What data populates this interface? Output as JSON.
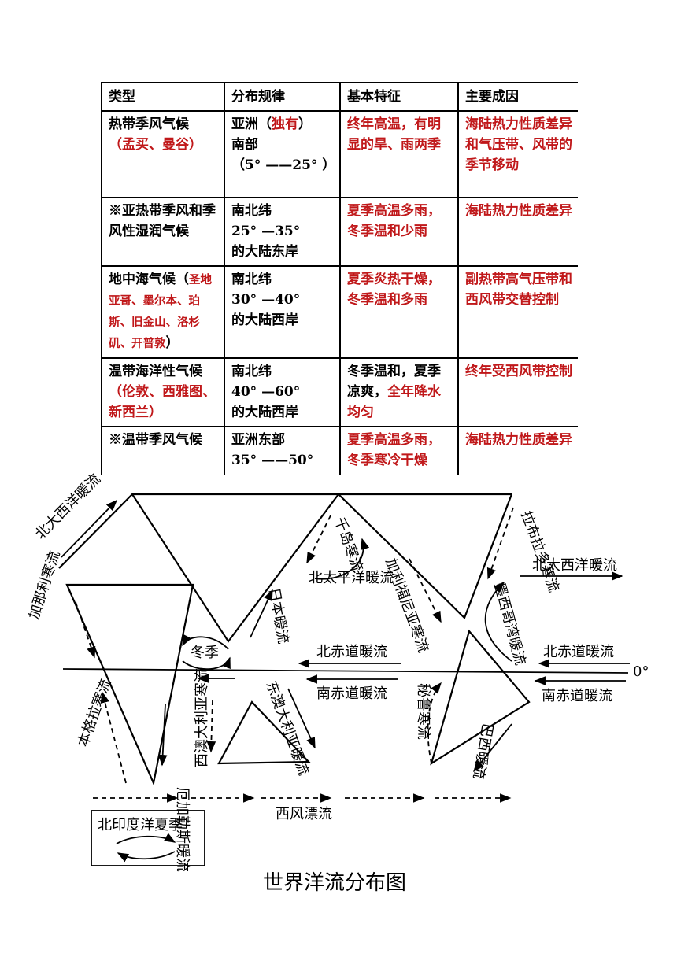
{
  "table": {
    "headers": [
      "类型",
      "分布规律",
      "基本特征",
      "主要成因"
    ],
    "rows": [
      {
        "type_name": "热带季风气候",
        "type_examples": "（孟买、曼谷）",
        "dist_a": "亚洲（",
        "dist_a_red": "独有",
        "dist_a_end": "）",
        "dist_b": "南部",
        "dist_c": "（5° ——25° ）",
        "feature": "终年高温，有明显的旱、雨两季",
        "cause": "海陆热力性质差异和气压带、风带的季节移动"
      },
      {
        "type_name": "※亚热带季风和季风性湿润气候",
        "dist_a": "南北纬",
        "dist_b": "25° —35°",
        "dist_c": "的大陆东岸",
        "feature": "夏季高温多雨，冬季温和少雨",
        "cause": "海陆热力性质差异"
      },
      {
        "type_name": "地中海气候（",
        "type_examples": "圣地亚哥、墨尔本、珀斯、旧金山、洛杉矶、开普敦",
        "type_end": "）",
        "dist_a": "南北纬",
        "dist_b": "30° —40°",
        "dist_c": "的大陆西岸",
        "feature": "夏季炎热干燥，冬季温和多雨",
        "cause": "副热带高气压带和西风带交替控制"
      },
      {
        "type_name": "温带海洋性气候",
        "type_examples": "（伦敦、西雅图、新西兰）",
        "dist_a": "南北纬",
        "dist_b": "40° —60°",
        "dist_c": "的大陆西岸",
        "feature_black": "冬季温和，夏季凉爽，",
        "feature_red": "全年降水均匀",
        "cause": "终年受西风带控制"
      },
      {
        "type_name": "※温带季风气候",
        "dist_a": "亚洲东部",
        "dist_b": "35° ——50°",
        "feature": "夏季高温多雨，冬季寒冷干燥",
        "cause": "海陆热力性质差异"
      }
    ]
  },
  "map": {
    "title": "世界洋流分布图",
    "equator_label": "0°",
    "legend_label": "北印度洋夏季",
    "labels": {
      "north_atlantic_warm_left": "北大西洋暖流",
      "north_atlantic_warm_right": "北大西洋暖流",
      "canary_cold": "加那利寒流",
      "benguela_cold": "本格拉寒流",
      "agulhas_warm": "厄加勒斯暖流",
      "west_australia_cold": "西澳大利亚寒流",
      "east_australia_warm": "东澳大利亚暖流",
      "kuroshio_warm": "日本暖流",
      "oyashio_cold": "千岛寒流",
      "north_pacific_warm": "北太平洋暖流",
      "california_cold": "加利福尼亚寒流",
      "labrador_cold": "拉布拉多寒流",
      "gulf_stream_warm": "墨西哥湾暖流",
      "north_equatorial_warm_1": "北赤道暖流",
      "north_equatorial_warm_2": "北赤道暖流",
      "south_equatorial_warm_1": "南赤道暖流",
      "south_equatorial_warm_2": "南赤道暖流",
      "peru_cold": "秘鲁寒流",
      "brazil_warm": "巴西暖流",
      "west_wind_drift": "西风漂流",
      "winter": "冬季"
    }
  }
}
